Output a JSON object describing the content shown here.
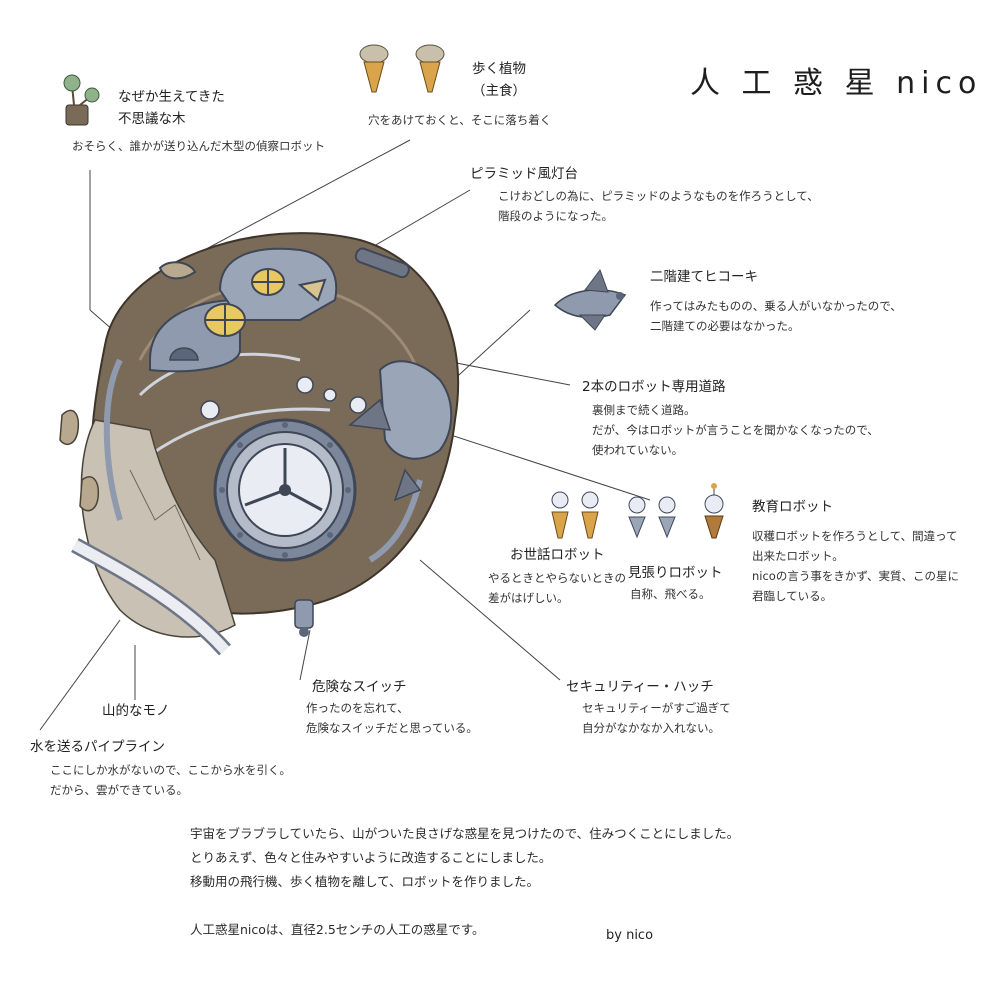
{
  "title": "人 工 惑 星 nico",
  "labels": {
    "tree": {
      "lines": [
        "なぜか生えてきた",
        "不思議な木"
      ],
      "desc": [
        "おそらく、誰かが送り込んだ木型の偵察ロボット"
      ]
    },
    "walking_plant": {
      "lines": [
        "歩く植物",
        "（主食）"
      ],
      "desc": [
        "穴をあけておくと、そこに落ち着く"
      ]
    },
    "lighthouse": {
      "title": "ピラミッド風灯台",
      "desc": [
        "こけおどしの為に、ピラミッドのようなものを作ろうとして、",
        "階段のようになった。"
      ]
    },
    "plane": {
      "title": "二階建てヒコーキ",
      "desc": [
        "作ってはみたものの、乗る人がいなかったので、",
        "二階建ての必要はなかった。"
      ]
    },
    "road": {
      "title": "2本のロボット専用道路",
      "desc": [
        "裏側まで続く道路。",
        "だが、今はロボットが言うことを聞かなくなったので、",
        "使われていない。"
      ]
    },
    "edu_robot": {
      "title": "教育ロボット",
      "desc": [
        "収穫ロボットを作ろうとして、間違って",
        "出来たロボット。",
        "nicoの言う事をきかず、実質、この星に",
        "君臨している。"
      ]
    },
    "care_robot": {
      "title": "お世話ロボット",
      "desc": [
        "やるときとやらないときの",
        "差がはげしい。"
      ]
    },
    "watch_robot": {
      "title": "見張りロボット",
      "desc": [
        "自称、飛べる。"
      ]
    },
    "mountain": {
      "title": "山的なモノ"
    },
    "switch": {
      "title": "危険なスイッチ",
      "desc": [
        "作ったのを忘れて、",
        "危険なスイッチだと思っている。"
      ]
    },
    "hatch": {
      "title": "セキュリティー・ハッチ",
      "desc": [
        "セキュリティーがすご過ぎて",
        "自分がなかなか入れない。"
      ]
    },
    "pipeline": {
      "title": "水を送るパイプライン",
      "desc": [
        "ここにしか水がないので、ここから水を引く。",
        "だから、雲ができている。"
      ]
    }
  },
  "story": [
    "宇宙をブラブラしていたら、山がついた良さげな惑星を見つけたので、住みつくことにしました。",
    "とりあえず、色々と住みやすいように改造することにしました。",
    "移動用の飛行機、歩く植物を離して、ロボットを作りました。",
    "",
    "人工惑星nicoは、直径2.5センチの人工の惑星です。"
  ],
  "signature": "by nico",
  "colors": {
    "planet": "#7a6a58",
    "metal": "#8f9aae",
    "metal_dark": "#5c667a",
    "window": "#e8c860",
    "plant": "#d9a44a",
    "ink": "#2b2b2b"
  }
}
